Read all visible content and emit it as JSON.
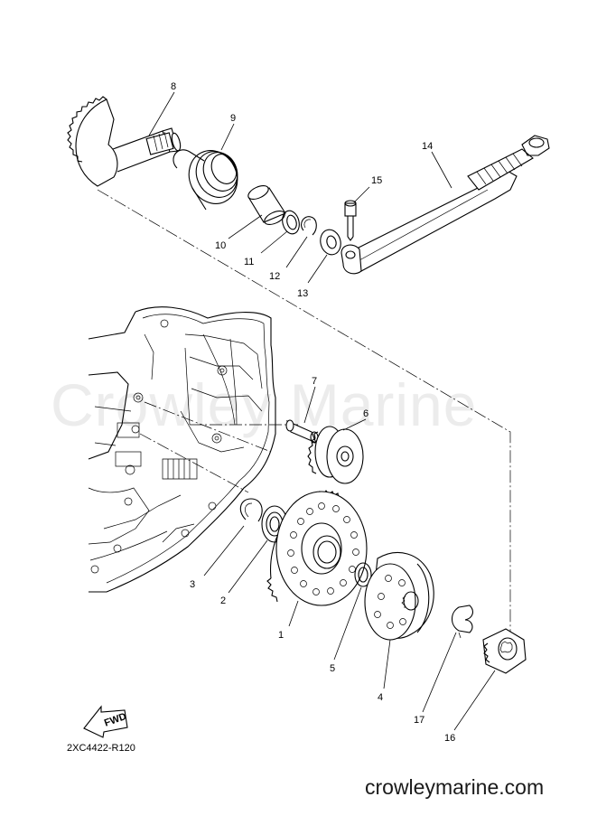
{
  "diagram": {
    "callouts": {
      "c1": "1",
      "c2": "2",
      "c3": "3",
      "c4": "4",
      "c5": "5",
      "c6": "6",
      "c7": "7",
      "c8": "8",
      "c9": "9",
      "c10": "10",
      "c11": "11",
      "c12": "12",
      "c13": "13",
      "c14": "14",
      "c15": "15",
      "c16": "16",
      "c17": "17"
    },
    "fwd_label": "FWD",
    "drawing_code": "2XC4422-R120",
    "watermark": "Crowley Marine",
    "site_url": "crowleymarine.com"
  }
}
